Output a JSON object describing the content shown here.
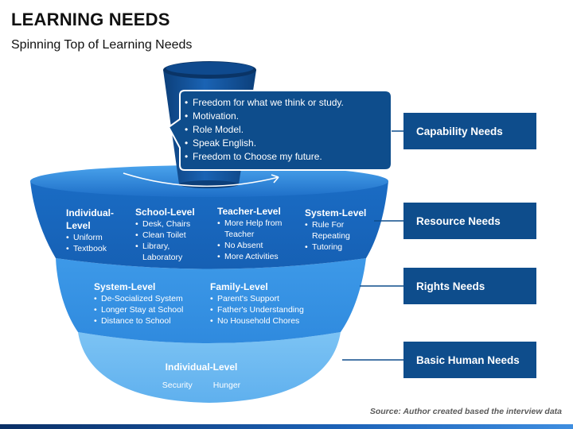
{
  "title": "LEARNING NEEDS",
  "subtitle": "Spinning Top of Learning Needs",
  "callout": {
    "items": [
      "Freedom for what we think or study.",
      "Motivation.",
      "Role Model.",
      "Speak English.",
      "Freedom to Choose my future."
    ]
  },
  "resource_band": {
    "groups": [
      {
        "heading": "Individual-Level",
        "items": [
          "Uniform",
          "Textbook"
        ]
      },
      {
        "heading": "School-Level",
        "items": [
          "Desk, Chairs",
          "Clean Toilet",
          "Library, Laboratory"
        ]
      },
      {
        "heading": "Teacher-Level",
        "items": [
          "More Help from Teacher",
          "No Absent",
          "More Activities"
        ]
      },
      {
        "heading": "System-Level",
        "items": [
          "Rule For Repeating",
          "Tutoring"
        ]
      }
    ]
  },
  "rights_band": {
    "groups": [
      {
        "heading": "System-Level",
        "items": [
          "De-Socialized System",
          "Longer Stay at School",
          "Distance to School"
        ]
      },
      {
        "heading": "Family-Level",
        "items": [
          "Parent's Support",
          "Father's Understanding",
          "No Household Chores"
        ]
      }
    ]
  },
  "basic_band": {
    "heading": "Individual-Level",
    "items": [
      "Security",
      "Hunger"
    ]
  },
  "needs": [
    "Capability Needs",
    "Resource Needs",
    "Rights Needs",
    "Basic Human Needs"
  ],
  "source": "Source: Author created based the interview data",
  "colors": {
    "dark_blue": "#0e4d8c",
    "mid_blue": "#1b78d0",
    "light_blue": "#5ab2f0",
    "pale_blue": "#9bd2f7"
  }
}
